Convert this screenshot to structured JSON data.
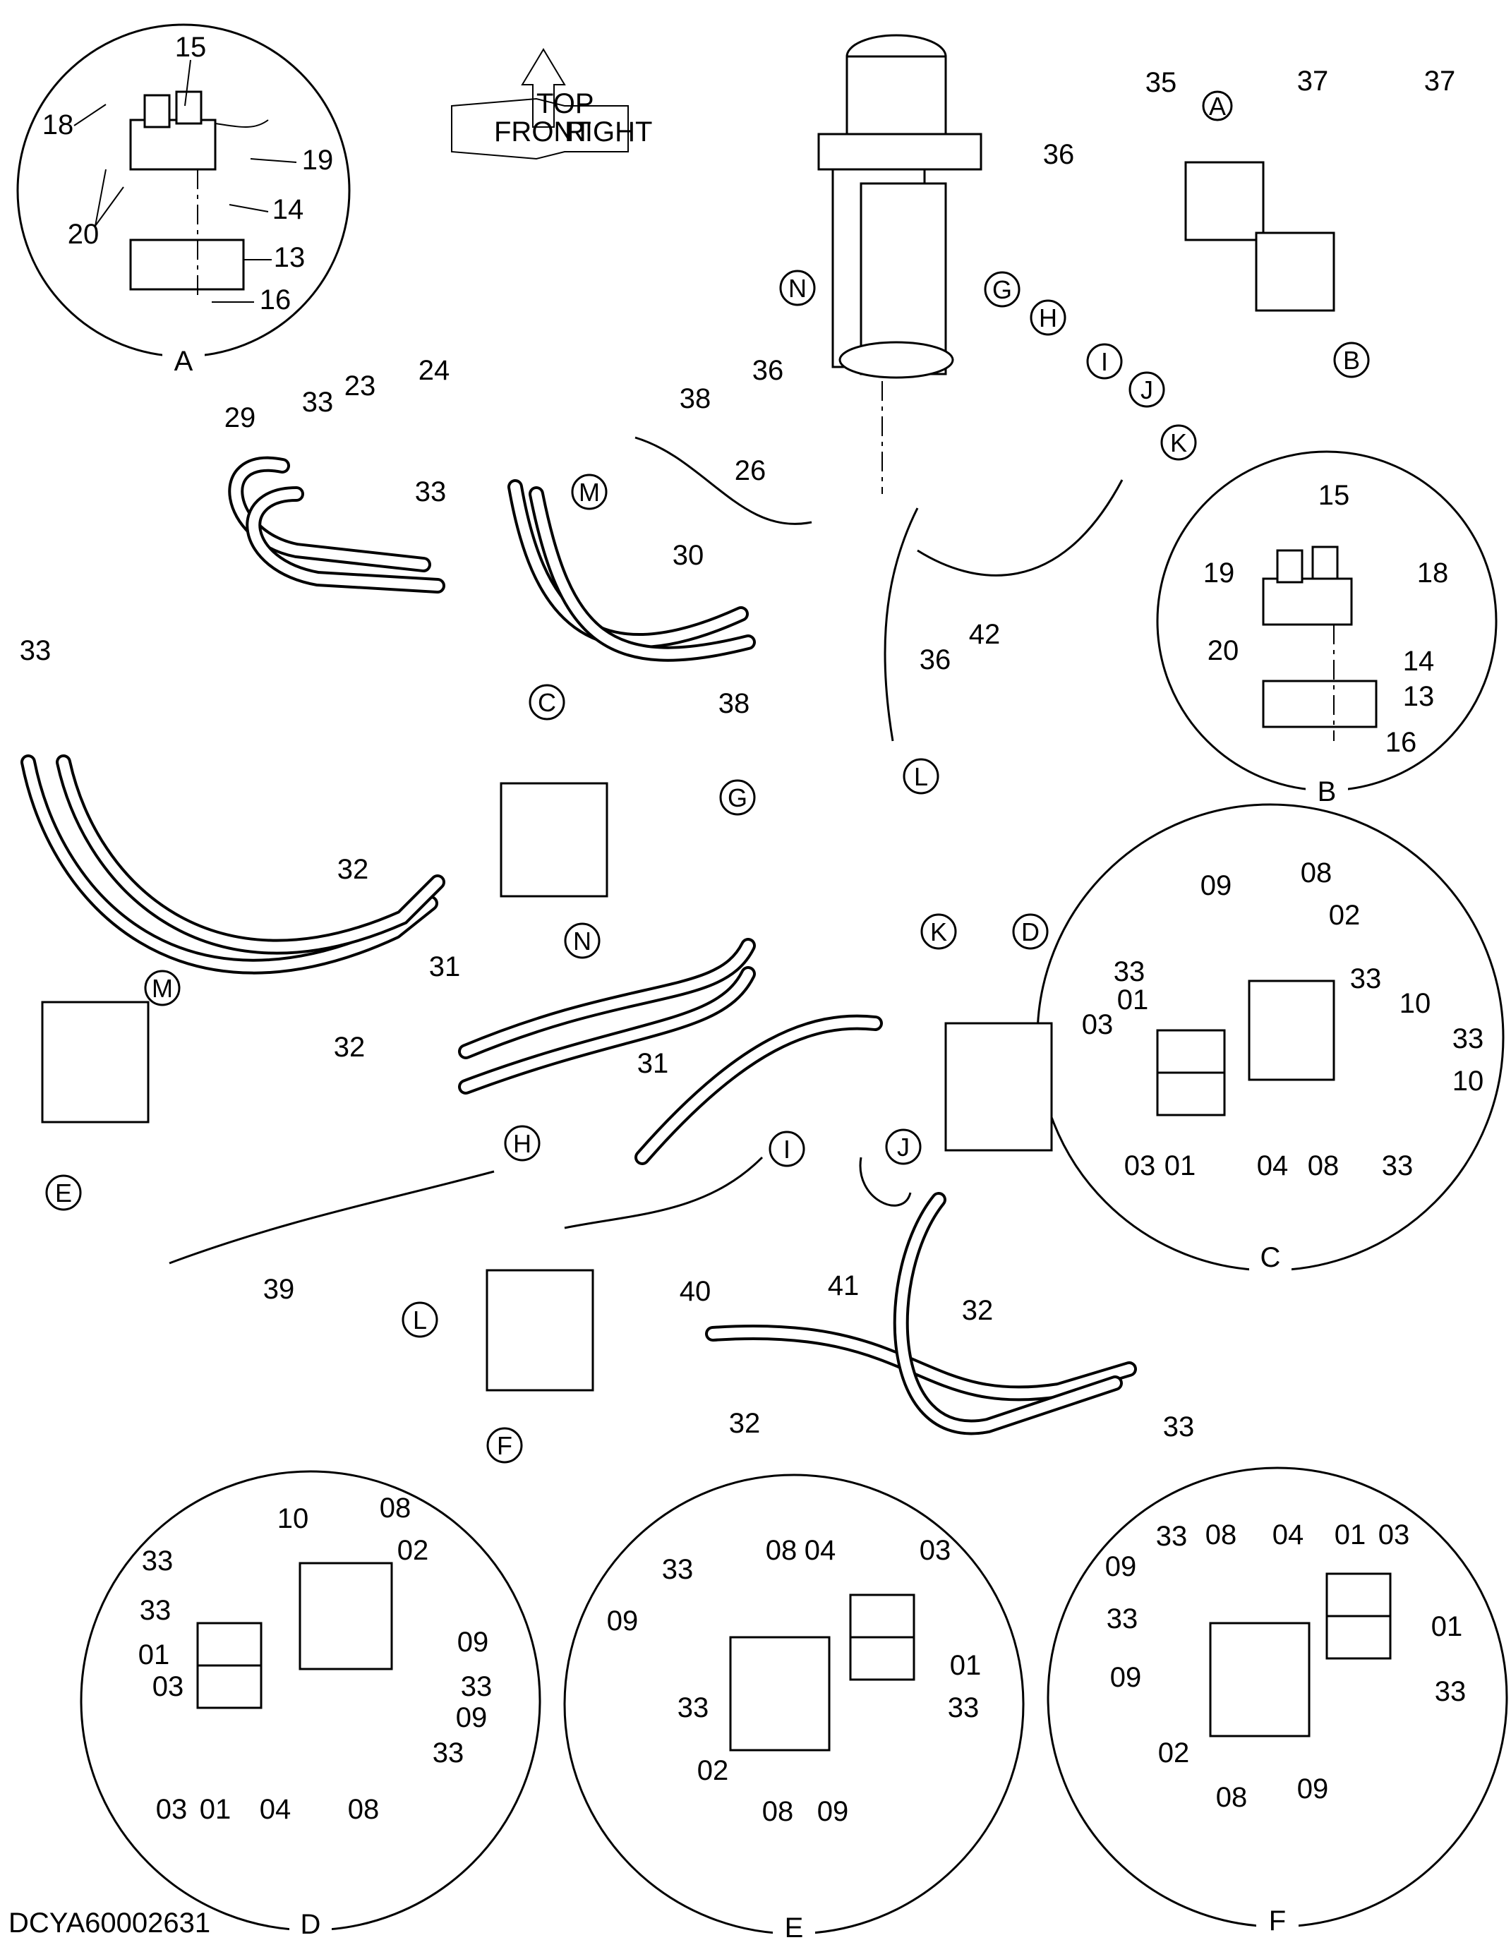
{
  "document_id": "DCYA60002631",
  "orientation_labels": [
    "FRONT",
    "TOP",
    "RIGHT"
  ],
  "detail_captions": [
    "A",
    "B",
    "C",
    "D",
    "E",
    "F"
  ],
  "callouts": [
    "A",
    "B",
    "C",
    "D",
    "E",
    "F",
    "G",
    "H",
    "I",
    "J",
    "K",
    "L",
    "M",
    "N"
  ],
  "parts": {
    "p01": "01",
    "p02": "02",
    "p03": "03",
    "p04": "04",
    "p08": "08",
    "p09": "09",
    "p10": "10",
    "p13": "13",
    "p14": "14",
    "p15": "15",
    "p16": "16",
    "p18": "18",
    "p19": "19",
    "p20": "20",
    "p23": "23",
    "p24": "24",
    "p26": "26",
    "p29": "29",
    "p30": "30",
    "p31": "31",
    "p32": "32",
    "p33": "33",
    "p35": "35",
    "p36": "36",
    "p37": "37",
    "p38": "38",
    "p39": "39",
    "p40": "40",
    "p41": "41",
    "p42": "42"
  }
}
